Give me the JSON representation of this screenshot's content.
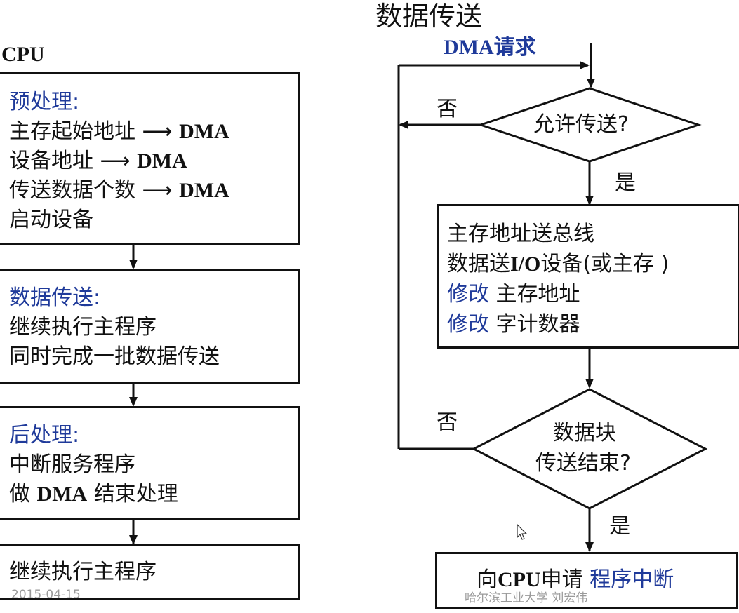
{
  "left": {
    "cpu_label": "CPU",
    "box1": {
      "heading": "预处理:",
      "lines": [
        {
          "text": "主存起始地址",
          "target": "DMA"
        },
        {
          "text": "设备地址",
          "target": "DMA"
        },
        {
          "text": "传送数据个数",
          "target": "DMA"
        },
        {
          "text": "启动设备",
          "target": ""
        }
      ]
    },
    "box2": {
      "heading": "数据传送:",
      "lines": [
        "继续执行主程序",
        "同时完成一批数据传送"
      ]
    },
    "box3": {
      "heading": "后处理:",
      "line1": "中断服务程序",
      "line2_prefix": "做",
      "line2_bold": "DMA",
      "line2_suffix": "结束处理"
    },
    "box4": {
      "text": "继续执行主程序"
    }
  },
  "right": {
    "title": "数据传送",
    "request_label": "DMA请求",
    "diamond1": {
      "text": "允许传送?"
    },
    "no1": "否",
    "yes1": "是",
    "process": {
      "line1": "主存地址送总线",
      "line2_prefix": "数据送",
      "line2_bold": "I/O",
      "line2_suffix": "设备(或主存 )",
      "line3_blue": "修改",
      "line3_rest": "主存地址",
      "line4_blue": "修改",
      "line4_rest": "字计数器"
    },
    "diamond2": {
      "line1": "数据块",
      "line2": "传送结束?"
    },
    "no2": "否",
    "yes2": "是",
    "final": {
      "prefix": "向",
      "bold": "CPU",
      "mid": "申请",
      "blue": "程序中断"
    }
  },
  "watermark": {
    "date": "2015-04-15",
    "author": "哈尔滨工业大学 刘宏伟"
  },
  "colors": {
    "accent_blue": "#1f3a9a",
    "line": "#111111"
  }
}
